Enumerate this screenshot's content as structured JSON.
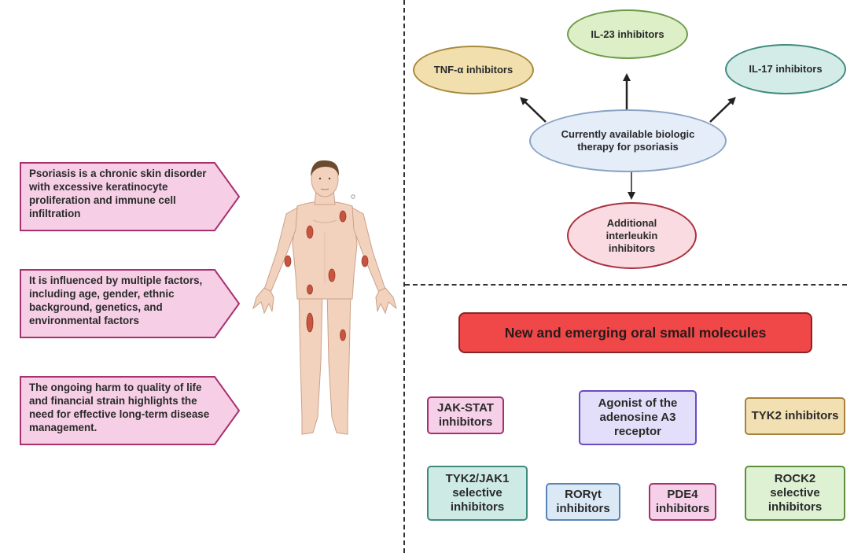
{
  "left_panel": {
    "callouts": [
      {
        "text": "Psoriasis is a chronic skin disorder with excessive keratinocyte proliferation and immune cell infiltration"
      },
      {
        "text": "It is influenced by multiple factors, including age, gender, ethnic background, genetics, and environmental factors"
      },
      {
        "text": "The ongoing harm to quality of life and financial strain highlights the need for effective long-term disease management."
      }
    ]
  },
  "biologics": {
    "center": "Currently available biologic therapy for psoriasis",
    "tnf": "TNF-α inhibitors",
    "il23": "IL-23 inhibitors",
    "il17": "IL-17 inhibitors",
    "additional": "Additional interleukin inhibitors"
  },
  "small_molecules": {
    "banner": "New and emerging oral small molecules",
    "jak_stat": "JAK-STAT inhibitors",
    "a3": "Agonist of the adenosine A3 receptor",
    "tyk2": "TYK2 inhibitors",
    "tyk2_jak1": "TYK2/JAK1 selective inhibitors",
    "rorgt": "RORγt inhibitors",
    "pde4": "PDE4 inhibitors",
    "rock2": "ROCK2 selective inhibitors"
  },
  "colors": {
    "callout_fill": "#f6cfe6",
    "callout_stroke": "#a8306e",
    "banner": "#f04848",
    "skin": "#f3d2bd",
    "lesion": "#c8553f"
  }
}
